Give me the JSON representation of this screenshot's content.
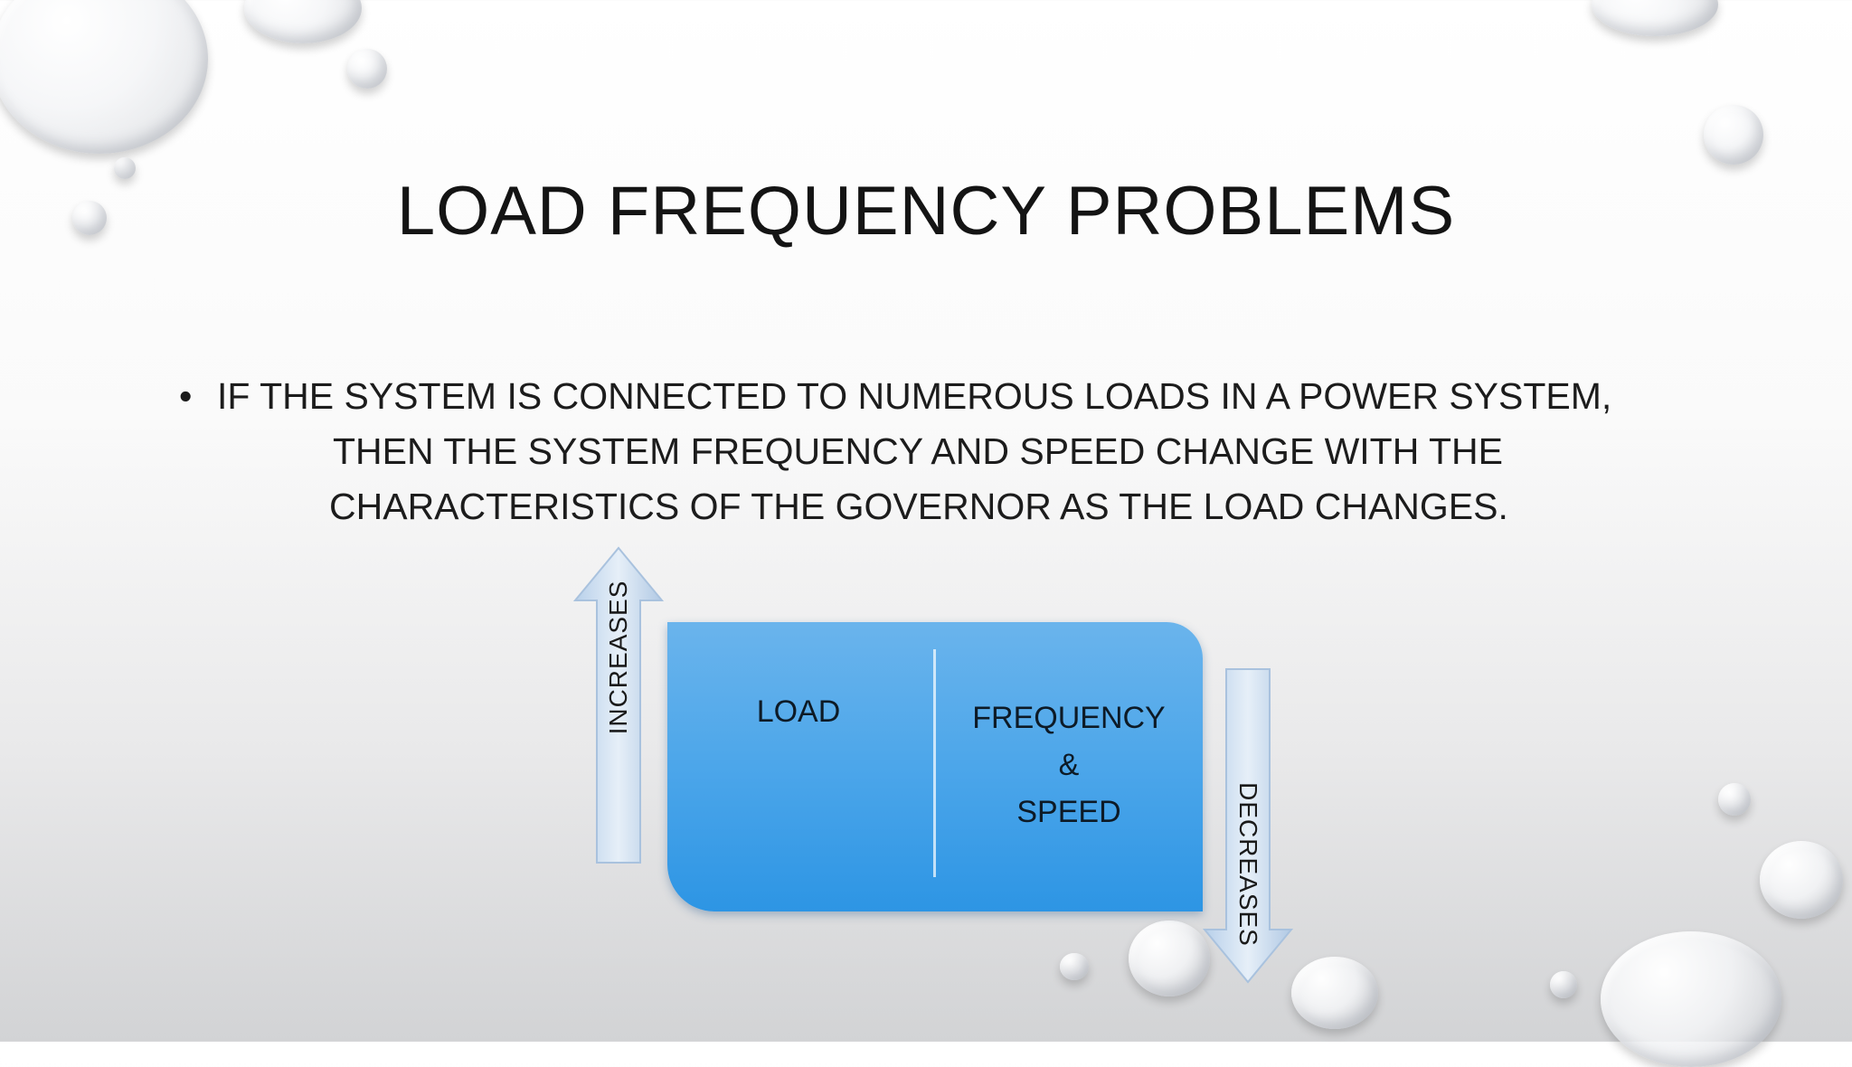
{
  "slide": {
    "title": "LOAD FREQUENCY PROBLEMS",
    "bullet_marker": "•",
    "bullet_lines": [
      "IF THE SYSTEM IS CONNECTED TO NUMEROUS LOADS IN A POWER SYSTEM,",
      "THEN THE SYSTEM FREQUENCY AND SPEED CHANGE WITH THE",
      "CHARACTERISTICS OF THE GOVERNOR AS THE LOAD CHANGES."
    ]
  },
  "diagram": {
    "left_cell": "LOAD",
    "right_cell_lines": [
      "FREQUENCY",
      "&",
      "SPEED"
    ],
    "up_arrow_label": "INCREASES",
    "down_arrow_label": "DECREASES",
    "box_color": "#4ca6ea",
    "arrow_color": "#c9dcef"
  }
}
